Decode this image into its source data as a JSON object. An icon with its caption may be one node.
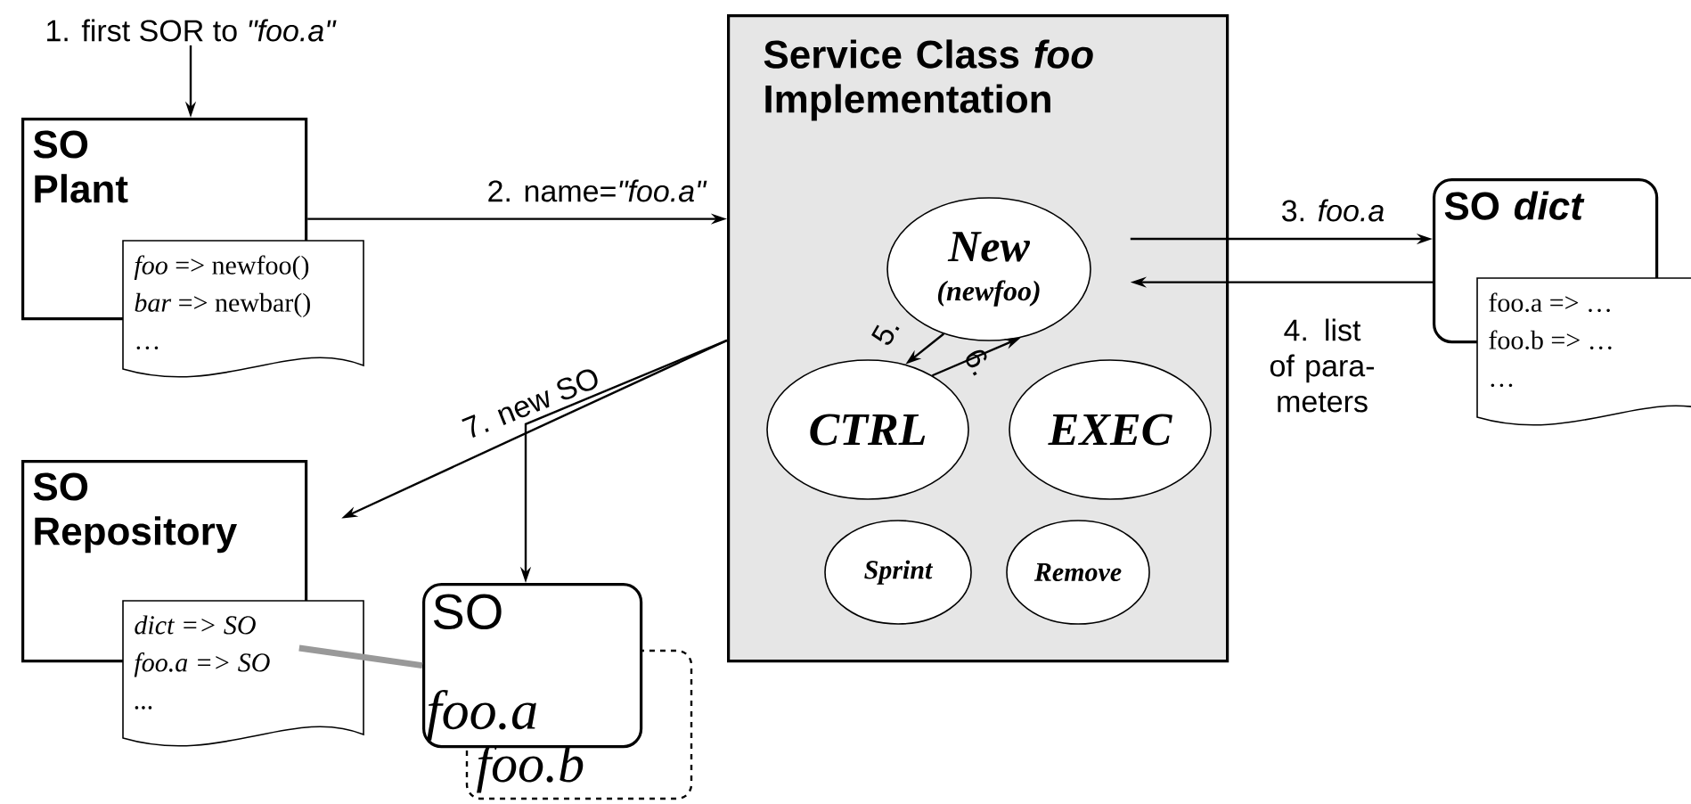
{
  "diagram": {
    "nodes": [
      {
        "text": [
          "1. first SOR to *\"foo.a\"*"
        ]
      },
      {
        "text": [
          "SO Plant"
        ]
      },
      {
        "text": [
          "*foo* => newfoo()",
          "*bar* => newbar()",
          "…"
        ]
      },
      {
        "text": [
          "Service Class *foo* Implementation"
        ]
      },
      {
        "text": [
          "New",
          "(newfoo)"
        ],
        "in": 3
      },
      {
        "text": [
          "CTRL"
        ],
        "in": 3
      },
      {
        "text": [
          "EXEC"
        ],
        "in": 3
      },
      {
        "text": [
          "Sprint"
        ],
        "in": 3
      },
      {
        "text": [
          "Remove"
        ],
        "in": 3
      },
      {
        "text": [
          "SO *dict*"
        ]
      },
      {
        "text": [
          "foo.a => …",
          "foo.b => …",
          "…"
        ]
      },
      {
        "text": [
          "SO Repository"
        ]
      },
      {
        "text": [
          "dict => SO",
          "foo.a => SO",
          "..."
        ]
      },
      {
        "text": [
          "SO",
          "foo.a"
        ]
      },
      {
        "text": [
          "foo.b"
        ]
      }
    ],
    "edges": [
      {
        "from": 0,
        "to": 1,
        "arrow": "to"
      },
      {
        "from": 1,
        "to": 3,
        "arrow": "to",
        "label": "2. name=*\"foo.a\"*"
      },
      {
        "from": 4,
        "to": 9,
        "arrow": "to",
        "label": "3. *foo.a*"
      },
      {
        "from": 9,
        "to": 4,
        "arrow": "to",
        "label": "4. list of para- meters"
      },
      {
        "from": 4,
        "to": 5,
        "arrow": "to",
        "label": "5."
      },
      {
        "from": 5,
        "to": 4,
        "arrow": "to",
        "label": "6."
      },
      {
        "from": 3,
        "to": 11,
        "arrow": "to",
        "label": "7. new SO"
      },
      {
        "from": 3,
        "to": 13,
        "arrow": "to"
      },
      {
        "from": 12,
        "to": 13,
        "arrow": "none",
        "style": "thick",
        "color": "#999999"
      }
    ]
  }
}
